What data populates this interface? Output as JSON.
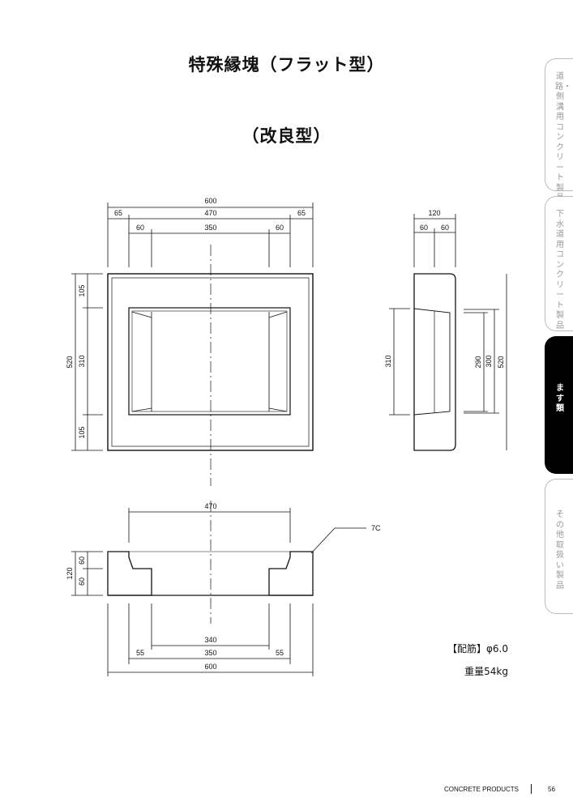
{
  "title": "特殊縁塊（フラット型）",
  "subtitle": "（改良型）",
  "tabs": [
    {
      "label": "道路・側溝用コンクリート製品",
      "active": false
    },
    {
      "label": "下水道用コンクリート製品",
      "active": false
    },
    {
      "label": "ます類",
      "active": true
    },
    {
      "label": "その他 取扱い製品",
      "active": false
    }
  ],
  "plan_view": {
    "width_total": "600",
    "inner_span": "470",
    "edge_left": "65",
    "edge_right": "65",
    "lip_left": "60",
    "opening": "350",
    "lip_right": "60",
    "height_total": "520",
    "top_band": "105",
    "middle": "310",
    "bottom_band": "105"
  },
  "side_view": {
    "width_total": "120",
    "part_a": "60",
    "part_b": "60",
    "inner_height": "310",
    "height_a": "290",
    "height_b": "300",
    "height_total": "520"
  },
  "section_view": {
    "top_span": "470",
    "chamfer": "7C",
    "height_total": "120",
    "height_upper": "60",
    "height_lower": "60",
    "inner": "340",
    "left": "55",
    "middle": "350",
    "right": "55",
    "width_total": "600"
  },
  "specs": {
    "rebar": "【配筋】φ6.0",
    "weight": "重量54kg"
  },
  "footer": {
    "brand": "CONCRETE PRODUCTS",
    "page": "56"
  }
}
